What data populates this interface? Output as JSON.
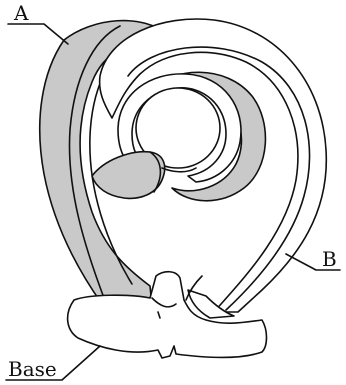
{
  "labels": {
    "a": "A",
    "b": "B",
    "base": "Base"
  },
  "colors": {
    "shaded": "#c9c9c9",
    "line": "#111111",
    "background": "#ffffff"
  }
}
